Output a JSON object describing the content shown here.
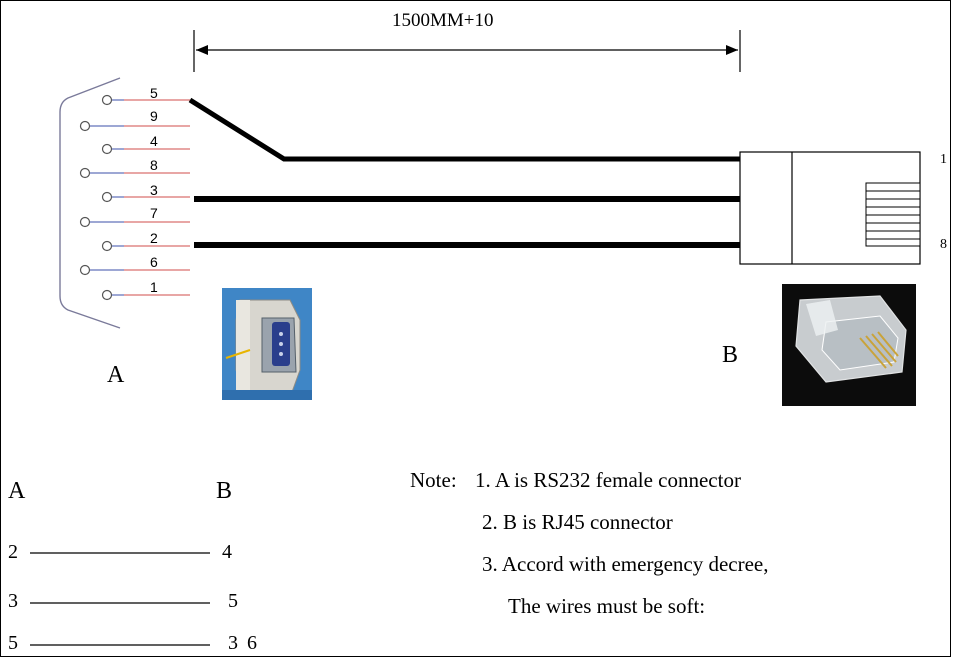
{
  "dimension": "1500MM+10",
  "connector_a": {
    "label": "A",
    "pins": [
      "5",
      "9",
      "4",
      "8",
      "3",
      "7",
      "2",
      "6",
      "1"
    ]
  },
  "connector_b": {
    "label": "B",
    "pin_top": "1",
    "pin_bottom": "8"
  },
  "mapping": {
    "header_a": "A",
    "header_b": "B",
    "rows": [
      {
        "a": "2",
        "b": "4"
      },
      {
        "a": "3",
        "b": "5"
      },
      {
        "a": "5",
        "b": "3 6"
      }
    ]
  },
  "notes": {
    "prefix": "Note:",
    "lines": [
      "1. A is RS232 female connector",
      "2. B is RJ45 connector",
      "3. Accord with emergency decree,",
      "The wires must be soft:"
    ]
  },
  "colors": {
    "pin_lead_red": "#d9706f",
    "pin_lead_blue": "#3b4fa8",
    "wire": "#000000"
  }
}
